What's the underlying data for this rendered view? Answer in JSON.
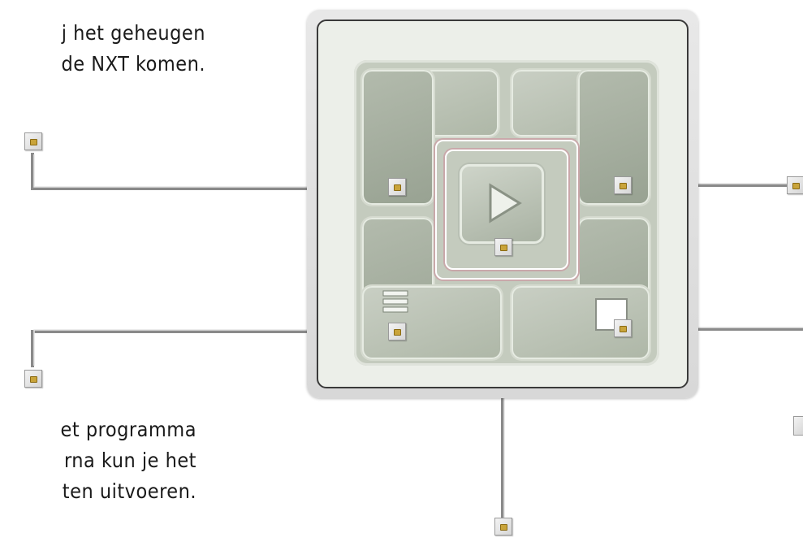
{
  "top_text": {
    "line1": "j het geheugen",
    "line2": "de NXT komen."
  },
  "bottom_text": {
    "line1": "et programma",
    "line2": "rna kun je het",
    "line3": "ten uitvoeren."
  },
  "diagram": {
    "buttons": [
      {
        "name": "download-button",
        "icon": "download-icon"
      },
      {
        "name": "download-and-run-button",
        "icon": "download-run-icon"
      },
      {
        "name": "run-button",
        "icon": "play-icon"
      },
      {
        "name": "settings-button",
        "icon": "list-icon"
      },
      {
        "name": "stop-button",
        "icon": "stop-icon"
      }
    ],
    "colors": {
      "controller_frame": "#d8d8d8",
      "button": "#aeb7a7",
      "connector_pin": "#c9a43a",
      "line": "#8a8a8a"
    }
  }
}
